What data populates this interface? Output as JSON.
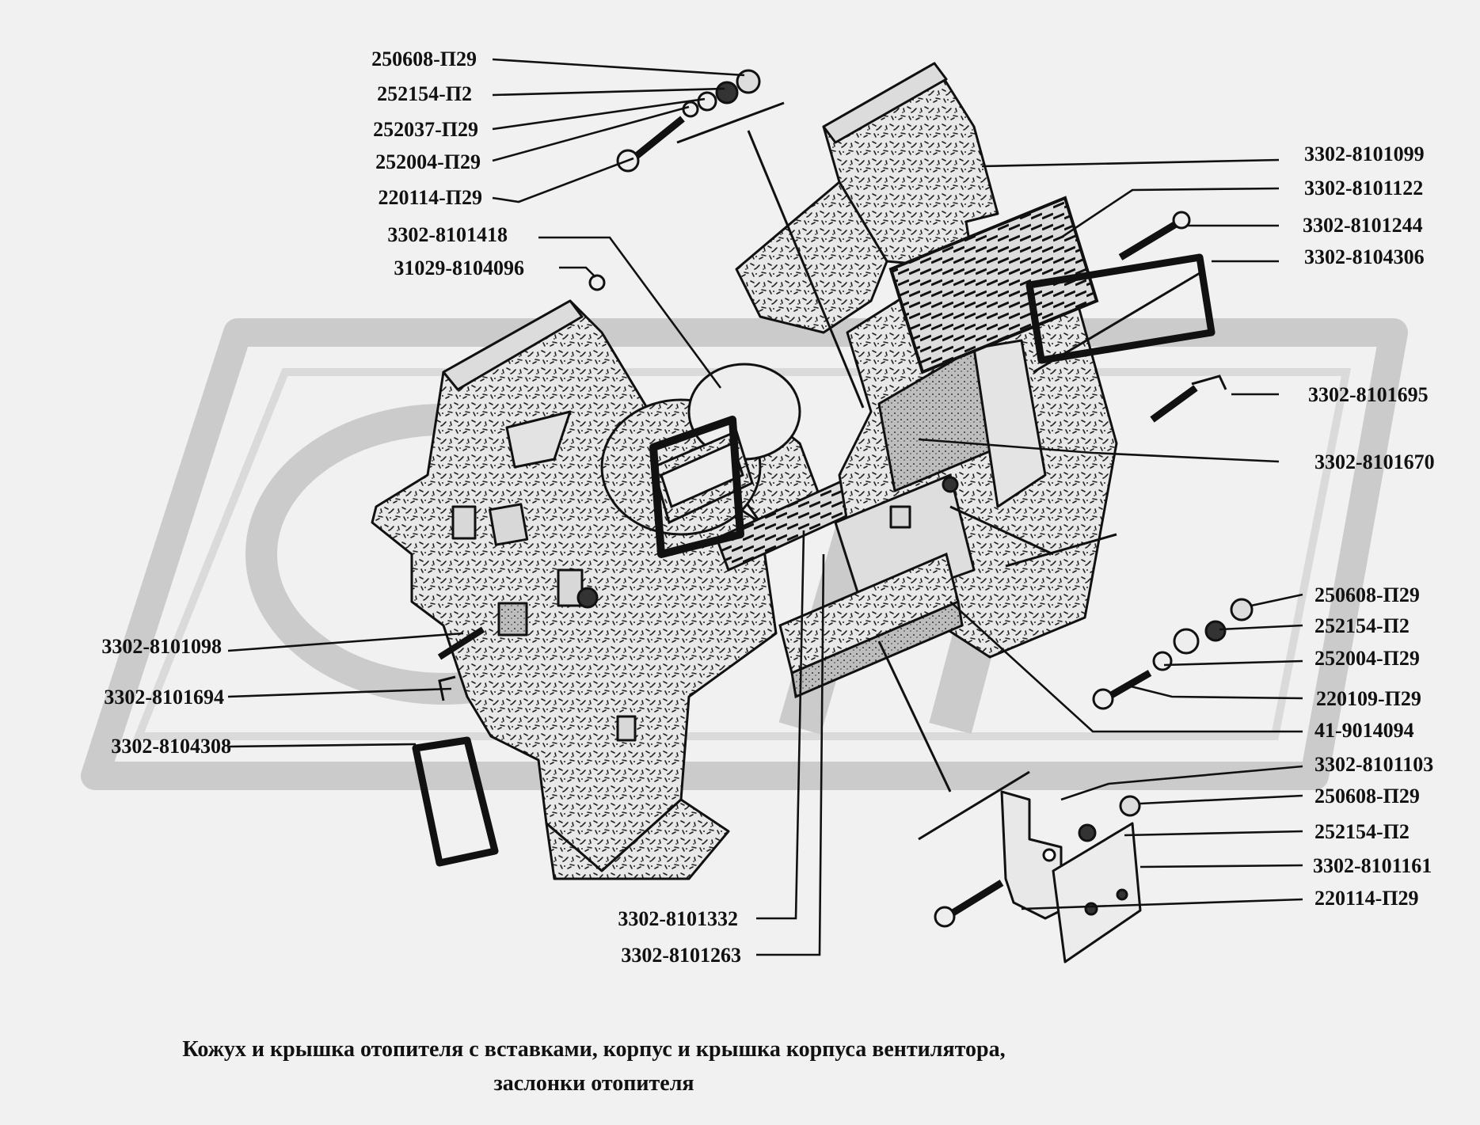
{
  "labels": {
    "l01": "250608-П29",
    "l02": "252154-П2",
    "l03": "252037-П29",
    "l04": "252004-П29",
    "l05": "220114-П29",
    "l06": "3302-8101418",
    "l07": "31029-8104096",
    "l08": "3302-8101098",
    "l09": "3302-8101694",
    "l10": "3302-8104308",
    "l11": "3302-8101332",
    "l12": "3302-8101263",
    "r01": "3302-8101099",
    "r02": "3302-8101122",
    "r03": "3302-8101244",
    "r04": "3302-8104306",
    "r05": "3302-8101695",
    "r06": "3302-8101670",
    "r07": "250608-П29",
    "r08": "252154-П2",
    "r09": "252004-П29",
    "r10": "220109-П29",
    "r11": "41-9014094",
    "r12": "3302-8101103",
    "r13": "250608-П29",
    "r14": "252154-П2",
    "r15": "3302-8101161",
    "r16": "220114-П29"
  },
  "caption": {
    "line1": "Кожух и крышка отопителя с вставками, корпус и крышка корпуса вентилятора,",
    "line2": "заслонки отопителя"
  },
  "colors": {
    "background": "#f1f1f1",
    "watermark": "#cfcfcf",
    "part_fill": "#e6e6e6",
    "ink": "#111111"
  }
}
